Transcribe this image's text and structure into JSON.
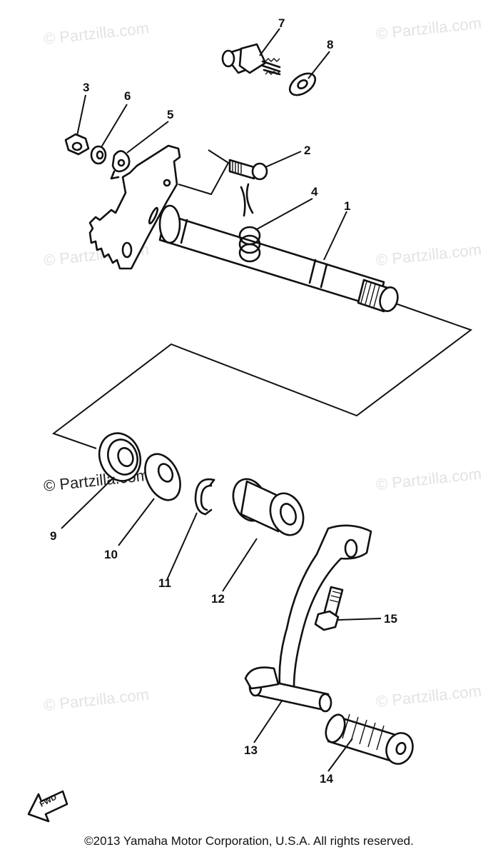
{
  "watermark_text": "© Partzilla.com",
  "watermarks": [
    {
      "id": "wm-1"
    },
    {
      "id": "wm-2"
    },
    {
      "id": "wm-3"
    },
    {
      "id": "wm-4"
    },
    {
      "id": "wm-5"
    },
    {
      "id": "wm-6"
    },
    {
      "id": "wm-7"
    },
    {
      "id": "wm-8"
    }
  ],
  "callouts": [
    {
      "number": "1"
    },
    {
      "number": "2"
    },
    {
      "number": "3"
    },
    {
      "number": "4"
    },
    {
      "number": "5"
    },
    {
      "number": "6"
    },
    {
      "number": "7"
    },
    {
      "number": "8"
    },
    {
      "number": "9"
    },
    {
      "number": "10"
    },
    {
      "number": "11"
    },
    {
      "number": "12"
    },
    {
      "number": "13"
    },
    {
      "number": "14"
    },
    {
      "number": "15"
    }
  ],
  "fwd_badge": "FWD",
  "copyright": "©2013  Yamaha Motor Corporation, U.S.A. All rights reserved."
}
